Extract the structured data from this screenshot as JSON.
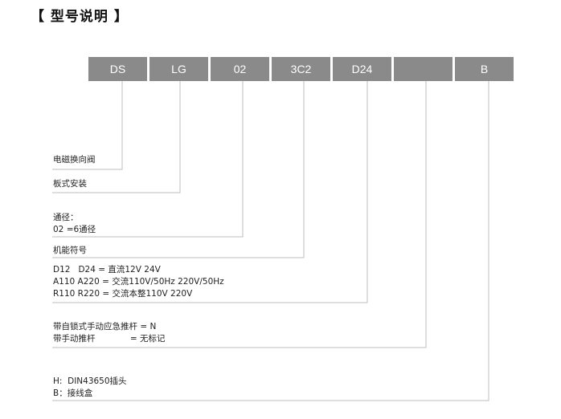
{
  "title": "【 型号说明 】",
  "code_segments": [
    "DS",
    "LG",
    "02",
    "3C2",
    "D24",
    "",
    "B"
  ],
  "descriptions": {
    "valve": "电磁换向阀",
    "mount": "板式安装",
    "bore_title": "通径：",
    "bore_value": "02 =6通径",
    "function": "机能符号",
    "voltage_1": "D12   D24 = 直流12V 24V",
    "voltage_2": "A110 A220 = 交流110V/50Hz 220V/50Hz",
    "voltage_3": "R110 R220 = 交流本整110V 220V",
    "manual_1": "带自锁式手动应急推杆 = N",
    "manual_2": "带手动推杆             = 无标记",
    "conn_1": "H:  DIN43650插头",
    "conn_2": "B：接线盒"
  }
}
